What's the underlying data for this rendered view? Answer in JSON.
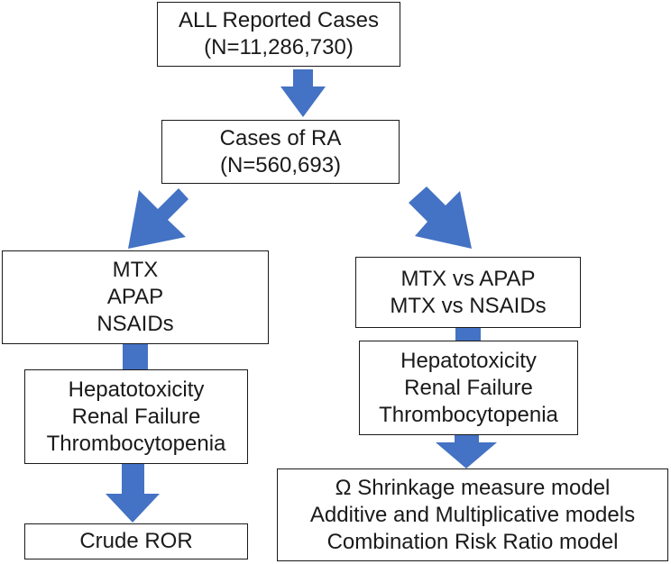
{
  "colors": {
    "arrow": "#4472C4",
    "connector": "#4472C4",
    "border": "#1a1a1a",
    "text": "#1a1a1a"
  },
  "boxes": {
    "all_cases": {
      "lines": [
        "ALL Reported Cases",
        "(N=11,286,730)"
      ]
    },
    "ra_cases": {
      "lines": [
        "Cases of RA",
        "(N=560,693)"
      ]
    },
    "drugs": {
      "lines": [
        "MTX",
        "APAP",
        "NSAIDs"
      ]
    },
    "comparisons": {
      "lines": [
        "MTX vs APAP",
        "MTX vs NSAIDs"
      ]
    },
    "outcomes_left": {
      "lines": [
        "Hepatotoxicity",
        "Renal Failure",
        "Thrombocytopenia"
      ]
    },
    "outcomes_right": {
      "lines": [
        "Hepatotoxicity",
        "Renal Failure",
        "Thrombocytopenia"
      ]
    },
    "crude_ror": {
      "lines": [
        "Crude ROR"
      ]
    },
    "models": {
      "lines": [
        "Ω Shrinkage measure model",
        "Additive and Multiplicative models",
        "Combination Risk Ratio model"
      ]
    }
  }
}
